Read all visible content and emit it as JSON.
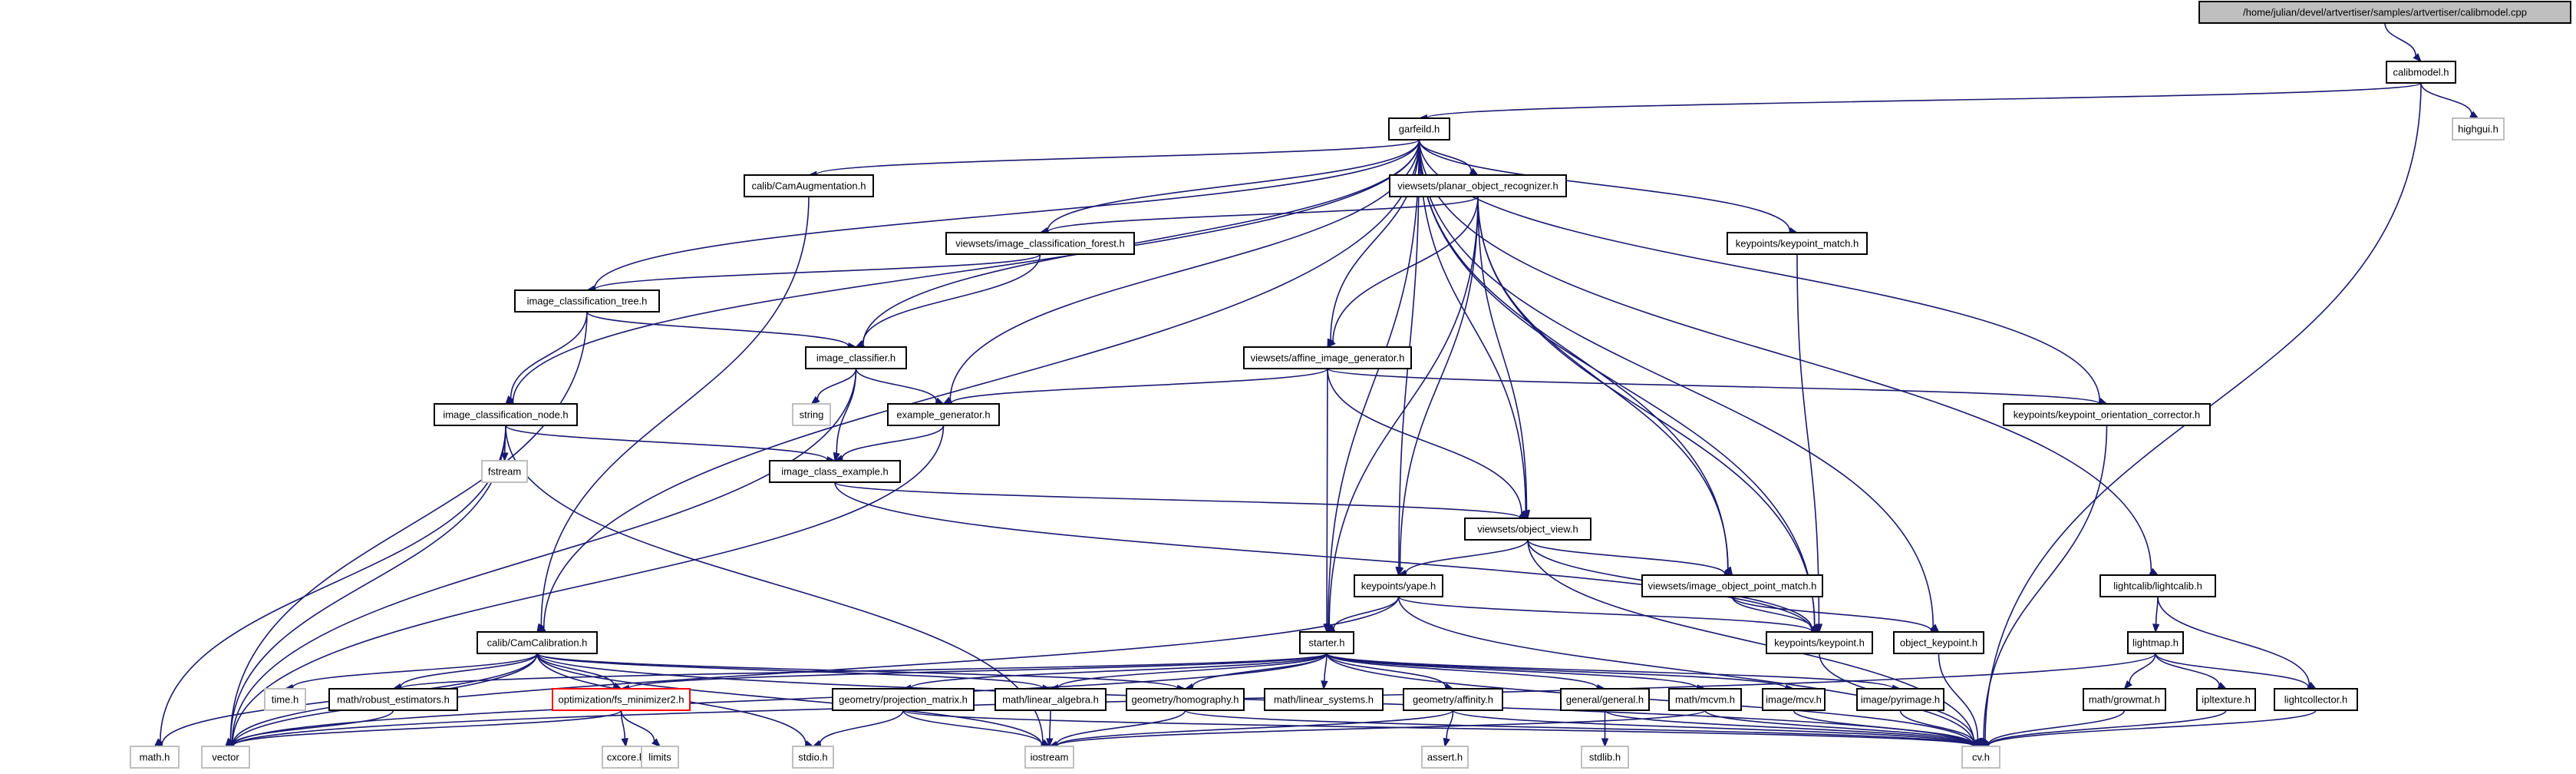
{
  "diagram": {
    "title": "/home/julian/devel/artvertiser/samples/artvertiser/calibmodel.cpp",
    "edge_color": "#191970",
    "root_fill": "#bfbfbf",
    "external_border_color": "#bfbfbf",
    "error_border_color": "#ff0000",
    "nodes": [
      {
        "id": "root",
        "label": "/home/julian/devel/artvertiser/samples/artvertiser/calibmodel.cpp",
        "kind": "root"
      },
      {
        "id": "calibmodel",
        "label": "calibmodel.h",
        "kind": "local"
      },
      {
        "id": "highgui",
        "label": "highgui.h",
        "kind": "external"
      },
      {
        "id": "garfeild",
        "label": "garfeild.h",
        "kind": "local"
      },
      {
        "id": "camaug",
        "label": "calib/CamAugmentation.h",
        "kind": "local"
      },
      {
        "id": "planar",
        "label": "viewsets/planar_object_recognizer.h",
        "kind": "local"
      },
      {
        "id": "kpmatch",
        "label": "keypoints/keypoint_match.h",
        "kind": "local"
      },
      {
        "id": "forest",
        "label": "viewsets/image_classification_forest.h",
        "kind": "local"
      },
      {
        "id": "tree",
        "label": "image_classification_tree.h",
        "kind": "local"
      },
      {
        "id": "classifier",
        "label": "image_classifier.h",
        "kind": "local"
      },
      {
        "id": "affine",
        "label": "viewsets/affine_image_generator.h",
        "kind": "local"
      },
      {
        "id": "node",
        "label": "image_classification_node.h",
        "kind": "local"
      },
      {
        "id": "string",
        "label": "string",
        "kind": "external"
      },
      {
        "id": "examplegen",
        "label": "example_generator.h",
        "kind": "local"
      },
      {
        "id": "orient",
        "label": "keypoints/keypoint_orientation_corrector.h",
        "kind": "local"
      },
      {
        "id": "fstream",
        "label": "fstream",
        "kind": "external"
      },
      {
        "id": "classex",
        "label": "image_class_example.h",
        "kind": "local"
      },
      {
        "id": "objview",
        "label": "viewsets/object_view.h",
        "kind": "local"
      },
      {
        "id": "yape",
        "label": "keypoints/yape.h",
        "kind": "local"
      },
      {
        "id": "ptmatch",
        "label": "viewsets/image_object_point_match.h",
        "kind": "local"
      },
      {
        "id": "lightcalib",
        "label": "lightcalib/lightcalib.h",
        "kind": "local"
      },
      {
        "id": "camcalib",
        "label": "calib/CamCalibration.h",
        "kind": "local"
      },
      {
        "id": "starter",
        "label": "starter.h",
        "kind": "local"
      },
      {
        "id": "keypoint",
        "label": "keypoints/keypoint.h",
        "kind": "local"
      },
      {
        "id": "objkp",
        "label": "object_keypoint.h",
        "kind": "local"
      },
      {
        "id": "lightmap",
        "label": "lightmap.h",
        "kind": "local"
      },
      {
        "id": "time",
        "label": "time.h",
        "kind": "external"
      },
      {
        "id": "robust",
        "label": "math/robust_estimators.h",
        "kind": "local"
      },
      {
        "id": "fsmin",
        "label": "optimization/fs_minimizer2.h",
        "kind": "error"
      },
      {
        "id": "projmat",
        "label": "geometry/projection_matrix.h",
        "kind": "local"
      },
      {
        "id": "linalg",
        "label": "math/linear_algebra.h",
        "kind": "local"
      },
      {
        "id": "homog",
        "label": "geometry/homography.h",
        "kind": "local"
      },
      {
        "id": "linsys",
        "label": "math/linear_systems.h",
        "kind": "local"
      },
      {
        "id": "affinity",
        "label": "geometry/affinity.h",
        "kind": "local"
      },
      {
        "id": "general",
        "label": "general/general.h",
        "kind": "local"
      },
      {
        "id": "mcvm",
        "label": "math/mcvm.h",
        "kind": "local"
      },
      {
        "id": "mcv",
        "label": "image/mcv.h",
        "kind": "local"
      },
      {
        "id": "pyrimage",
        "label": "image/pyrimage.h",
        "kind": "local"
      },
      {
        "id": "growmat",
        "label": "math/growmat.h",
        "kind": "local"
      },
      {
        "id": "ipltexture",
        "label": "ipltexture.h",
        "kind": "local"
      },
      {
        "id": "lightcollector",
        "label": "lightcollector.h",
        "kind": "local"
      },
      {
        "id": "mathh",
        "label": "math.h",
        "kind": "external"
      },
      {
        "id": "vector",
        "label": "vector",
        "kind": "external"
      },
      {
        "id": "cxcore",
        "label": "cxcore.h",
        "kind": "external"
      },
      {
        "id": "limits",
        "label": "limits",
        "kind": "external"
      },
      {
        "id": "stdio",
        "label": "stdio.h",
        "kind": "external"
      },
      {
        "id": "iostream",
        "label": "iostream",
        "kind": "external"
      },
      {
        "id": "assert",
        "label": "assert.h",
        "kind": "external"
      },
      {
        "id": "stdlib",
        "label": "stdlib.h",
        "kind": "external"
      },
      {
        "id": "cv",
        "label": "cv.h",
        "kind": "external"
      }
    ],
    "edges": [
      [
        "root",
        "calibmodel"
      ],
      [
        "calibmodel",
        "garfeild"
      ],
      [
        "calibmodel",
        "highgui"
      ],
      [
        "calibmodel",
        "cv"
      ],
      [
        "garfeild",
        "camaug"
      ],
      [
        "garfeild",
        "planar"
      ],
      [
        "garfeild",
        "kpmatch"
      ],
      [
        "garfeild",
        "forest"
      ],
      [
        "garfeild",
        "tree"
      ],
      [
        "garfeild",
        "classifier"
      ],
      [
        "garfeild",
        "affine"
      ],
      [
        "garfeild",
        "node"
      ],
      [
        "garfeild",
        "examplegen"
      ],
      [
        "garfeild",
        "orient"
      ],
      [
        "garfeild",
        "objview"
      ],
      [
        "garfeild",
        "yape"
      ],
      [
        "garfeild",
        "ptmatch"
      ],
      [
        "garfeild",
        "lightcalib"
      ],
      [
        "garfeild",
        "camcalib"
      ],
      [
        "garfeild",
        "starter"
      ],
      [
        "garfeild",
        "keypoint"
      ],
      [
        "garfeild",
        "objkp"
      ],
      [
        "camaug",
        "camcalib"
      ],
      [
        "planar",
        "forest"
      ],
      [
        "planar",
        "affine"
      ],
      [
        "planar",
        "objview"
      ],
      [
        "planar",
        "yape"
      ],
      [
        "planar",
        "ptmatch"
      ],
      [
        "planar",
        "starter"
      ],
      [
        "planar",
        "keypoint"
      ],
      [
        "kpmatch",
        "keypoint"
      ],
      [
        "forest",
        "tree"
      ],
      [
        "forest",
        "classifier"
      ],
      [
        "tree",
        "classifier"
      ],
      [
        "tree",
        "node"
      ],
      [
        "tree",
        "vector"
      ],
      [
        "classifier",
        "string"
      ],
      [
        "classifier",
        "examplegen"
      ],
      [
        "classifier",
        "classex"
      ],
      [
        "classifier",
        "vector"
      ],
      [
        "affine",
        "examplegen"
      ],
      [
        "affine",
        "orient"
      ],
      [
        "affine",
        "objview"
      ],
      [
        "affine",
        "starter"
      ],
      [
        "node",
        "fstream"
      ],
      [
        "node",
        "classex"
      ],
      [
        "node",
        "mathh"
      ],
      [
        "node",
        "vector"
      ],
      [
        "node",
        "iostream"
      ],
      [
        "examplegen",
        "classex"
      ],
      [
        "examplegen",
        "vector"
      ],
      [
        "orient",
        "cv"
      ],
      [
        "classex",
        "objview"
      ],
      [
        "classex",
        "keypoint"
      ],
      [
        "objview",
        "yape"
      ],
      [
        "objview",
        "ptmatch"
      ],
      [
        "objview",
        "keypoint"
      ],
      [
        "objview",
        "cv"
      ],
      [
        "yape",
        "starter"
      ],
      [
        "yape",
        "keypoint"
      ],
      [
        "yape",
        "vector"
      ],
      [
        "yape",
        "cv"
      ],
      [
        "ptmatch",
        "keypoint"
      ],
      [
        "ptmatch",
        "objkp"
      ],
      [
        "lightcalib",
        "lightmap"
      ],
      [
        "lightcalib",
        "lightcollector"
      ],
      [
        "camcalib",
        "time"
      ],
      [
        "camcalib",
        "robust"
      ],
      [
        "camcalib",
        "fsmin"
      ],
      [
        "camcalib",
        "homog"
      ],
      [
        "camcalib",
        "stdio"
      ],
      [
        "camcalib",
        "iostream"
      ],
      [
        "camcalib",
        "mathh"
      ],
      [
        "camcalib",
        "vector"
      ],
      [
        "camcalib",
        "linalg"
      ],
      [
        "camcalib",
        "cv"
      ],
      [
        "starter",
        "robust"
      ],
      [
        "starter",
        "fsmin"
      ],
      [
        "starter",
        "projmat"
      ],
      [
        "starter",
        "linalg"
      ],
      [
        "starter",
        "homog"
      ],
      [
        "starter",
        "linsys"
      ],
      [
        "starter",
        "affinity"
      ],
      [
        "starter",
        "general"
      ],
      [
        "starter",
        "mcvm"
      ],
      [
        "starter",
        "mcv"
      ],
      [
        "starter",
        "pyrimage"
      ],
      [
        "starter",
        "vector"
      ],
      [
        "starter",
        "cv"
      ],
      [
        "keypoint",
        "cv"
      ],
      [
        "objkp",
        "cv"
      ],
      [
        "lightmap",
        "growmat"
      ],
      [
        "lightmap",
        "ipltexture"
      ],
      [
        "lightmap",
        "lightcollector"
      ],
      [
        "lightmap",
        "vector"
      ],
      [
        "robust",
        "vector"
      ],
      [
        "fsmin",
        "cxcore"
      ],
      [
        "fsmin",
        "limits"
      ],
      [
        "fsmin",
        "vector"
      ],
      [
        "projmat",
        "stdio"
      ],
      [
        "projmat",
        "iostream"
      ],
      [
        "projmat",
        "cv"
      ],
      [
        "linalg",
        "iostream"
      ],
      [
        "homog",
        "iostream"
      ],
      [
        "homog",
        "cv"
      ],
      [
        "affinity",
        "assert"
      ],
      [
        "affinity",
        "iostream"
      ],
      [
        "affinity",
        "cv"
      ],
      [
        "general",
        "stdlib"
      ],
      [
        "general",
        "cv"
      ],
      [
        "mcvm",
        "iostream"
      ],
      [
        "mcvm",
        "cv"
      ],
      [
        "mcv",
        "cv"
      ],
      [
        "pyrimage",
        "cv"
      ],
      [
        "growmat",
        "cv"
      ],
      [
        "ipltexture",
        "cv"
      ],
      [
        "lightcollector",
        "cv"
      ]
    ]
  }
}
